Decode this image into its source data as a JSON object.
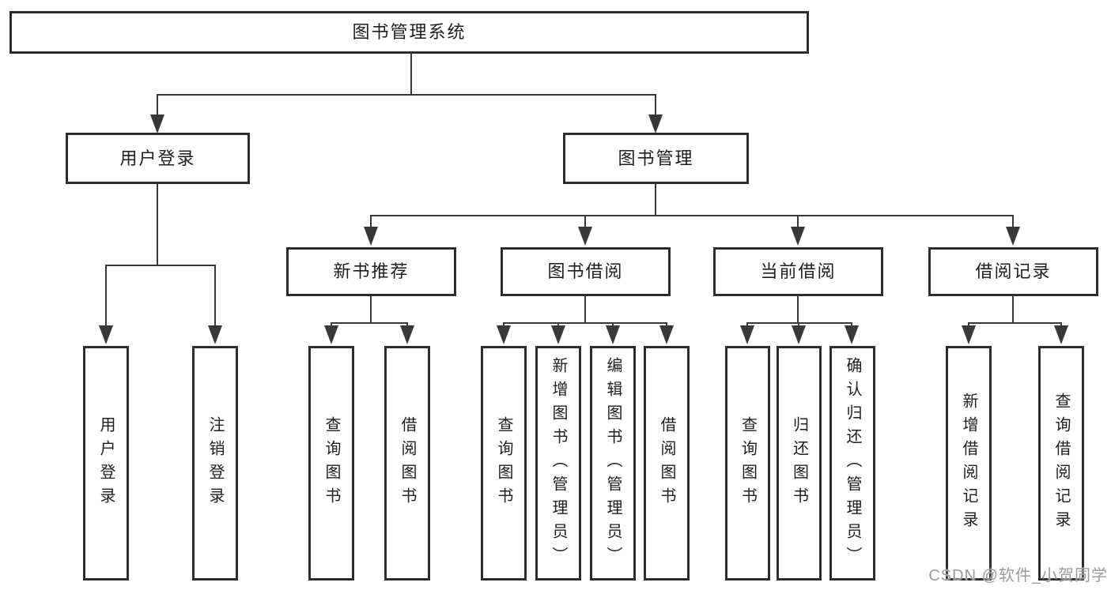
{
  "tree": {
    "root": {
      "label": "图书管理系统"
    },
    "branches": [
      {
        "label": "用户登录",
        "children": [
          {
            "label": "用户登录"
          },
          {
            "label": "注销登录"
          }
        ]
      },
      {
        "label": "图书管理",
        "children": [
          {
            "label": "新书推荐",
            "children": [
              {
                "label": "查询图书"
              },
              {
                "label": "借阅图书"
              }
            ]
          },
          {
            "label": "图书借阅",
            "children": [
              {
                "label": "查询图书"
              },
              {
                "label": "新增图书（管理员）"
              },
              {
                "label": "编辑图书（管理员）"
              },
              {
                "label": "借阅图书"
              }
            ]
          },
          {
            "label": "当前借阅",
            "children": [
              {
                "label": "查询图书"
              },
              {
                "label": "归还图书"
              },
              {
                "label": "确认归还（管理员）"
              }
            ]
          },
          {
            "label": "借阅记录",
            "children": [
              {
                "label": "新增借阅记录"
              },
              {
                "label": "查询借阅记录"
              }
            ]
          }
        ]
      }
    ]
  },
  "watermark": {
    "text": "CSDN @软件_小贺同学"
  },
  "colors": {
    "line": "#383838",
    "box_border": "#2d2d2d",
    "text": "#1e1e1e",
    "watermark": "#9b9b9b",
    "background": "#ffffff"
  }
}
